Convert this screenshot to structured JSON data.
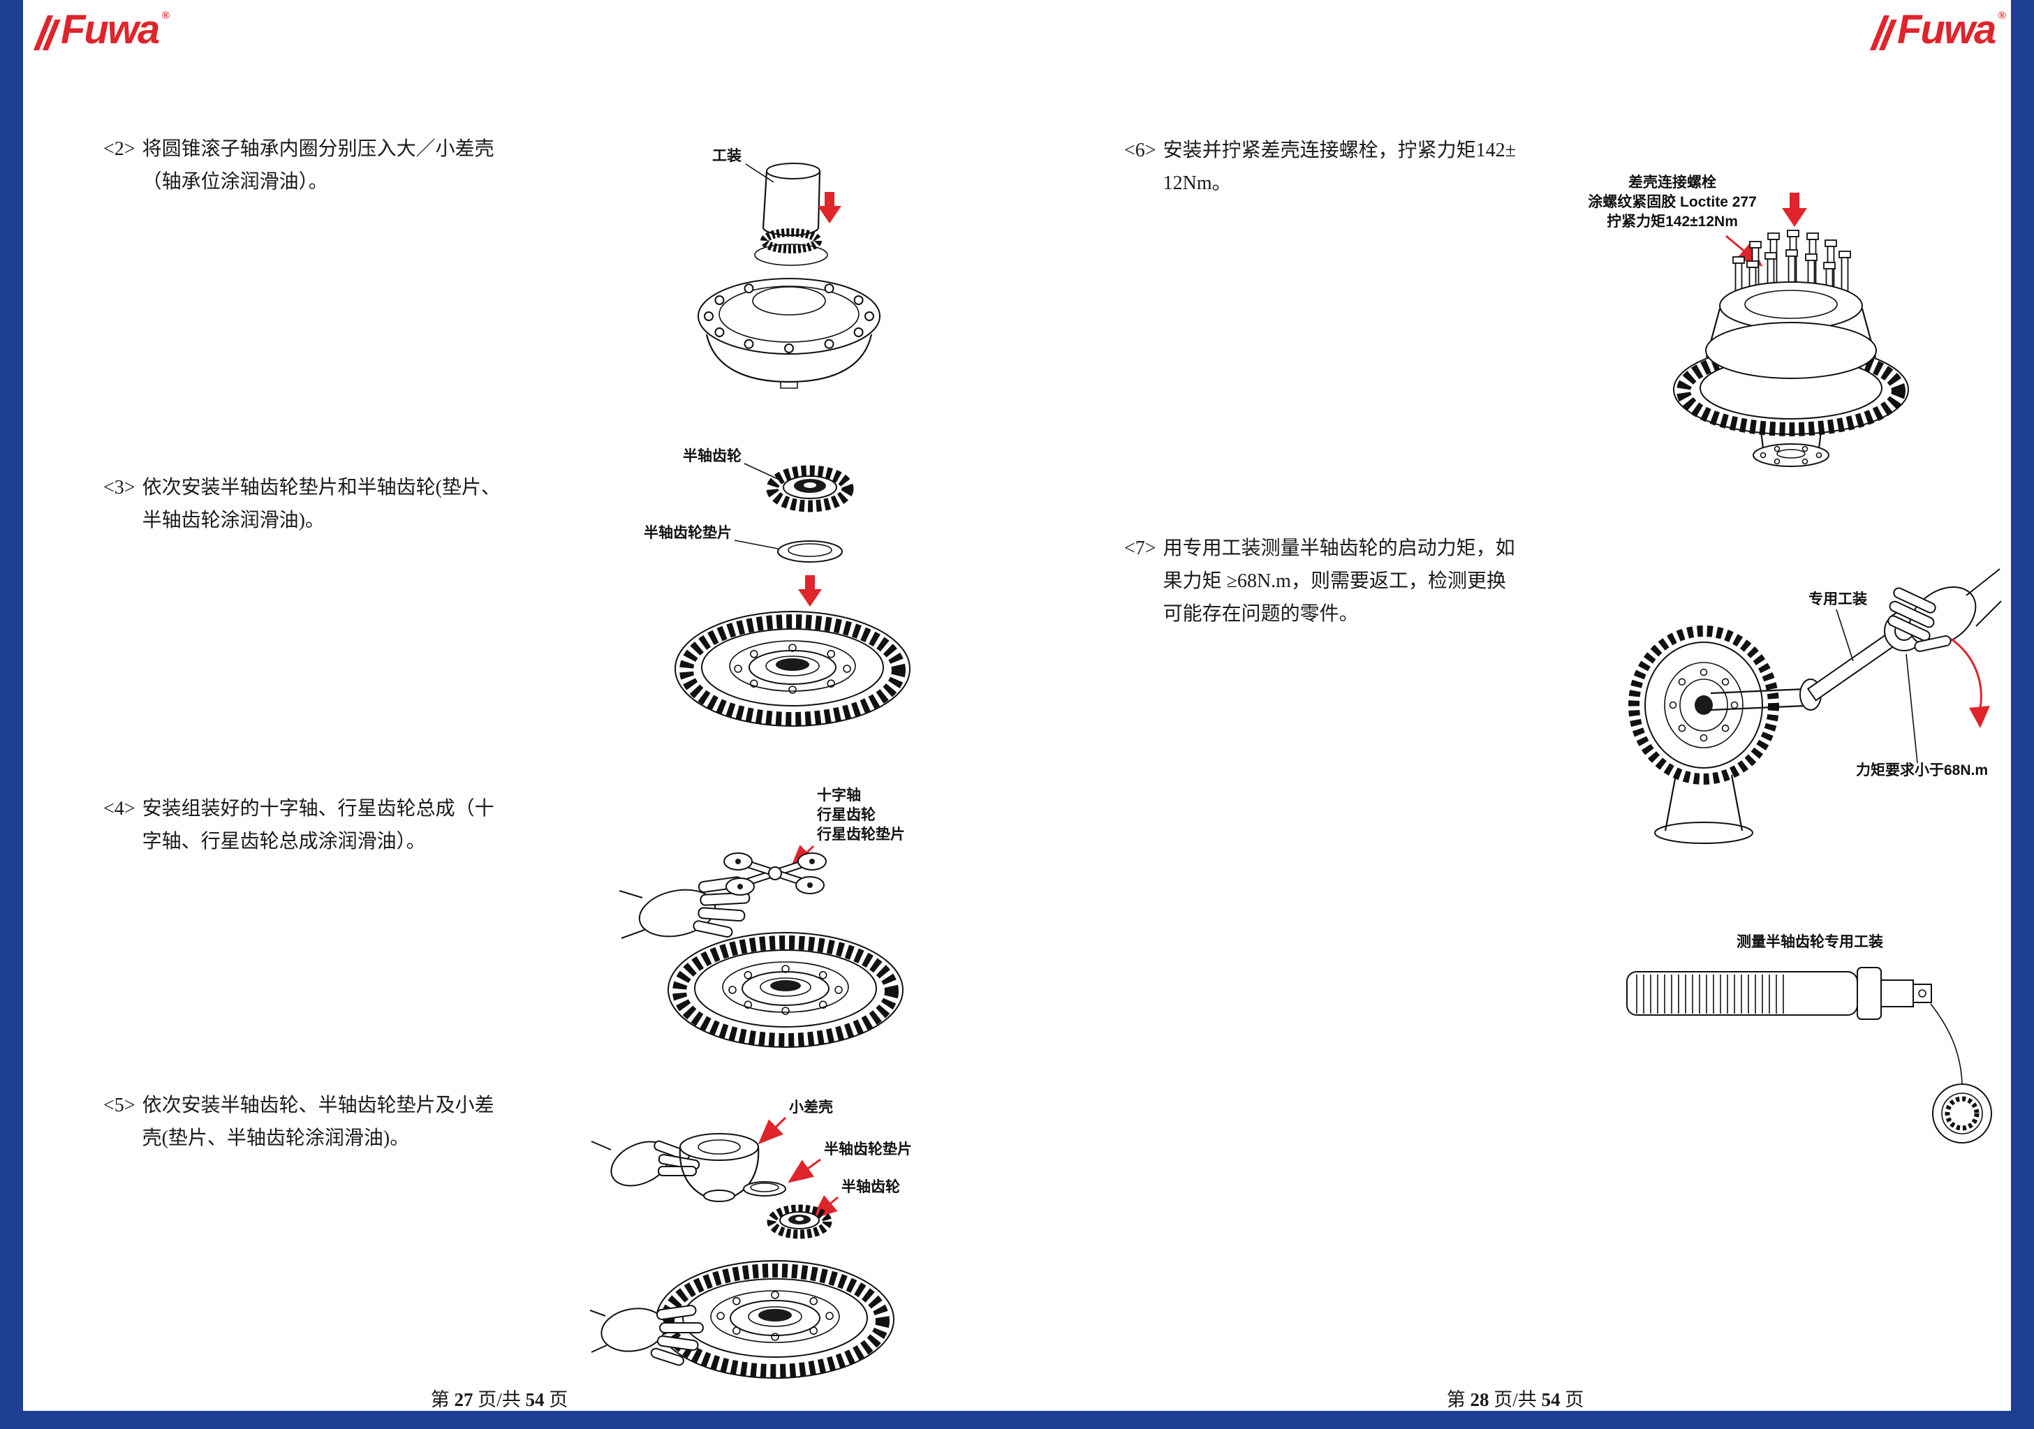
{
  "brand": {
    "name": "Fuwa",
    "reg": "®"
  },
  "colors": {
    "blue": "#1e3e92",
    "red": "#e0242b"
  },
  "left_page": {
    "steps": [
      {
        "marker": "<2>",
        "lines": [
          "将圆锥滚子轴承内圈分别压入大／小差壳",
          "（轴承位涂润滑油）。"
        ]
      },
      {
        "marker": "<3>",
        "lines": [
          "依次安装半轴齿轮垫片和半轴齿轮(垫片、",
          "半轴齿轮涂润滑油)。"
        ]
      },
      {
        "marker": "<4>",
        "lines": [
          "安装组装好的十字轴、行星齿轮总成（十",
          "字轴、行星齿轮总成涂润滑油）。"
        ]
      },
      {
        "marker": "<5>",
        "lines": [
          "依次安装半轴齿轮、半轴齿轮垫片及小差",
          "壳(垫片、半轴齿轮涂润滑油)。"
        ]
      }
    ],
    "fig2": {
      "tool_label": "工装"
    },
    "fig3": {
      "gear_label": "半轴齿轮",
      "washer_label": "半轴齿轮垫片"
    },
    "fig4": {
      "labels": [
        "十字轴",
        "行星齿轮",
        "行星齿轮垫片"
      ]
    },
    "fig5": {
      "case_label": "小差壳",
      "washer_label": "半轴齿轮垫片",
      "gear_label": "半轴齿轮"
    },
    "footer": {
      "pre": "第",
      "page": "27",
      "mid": "页/共",
      "total": "54",
      "post": "页"
    }
  },
  "right_page": {
    "steps": [
      {
        "marker": "<6>",
        "lines": [
          "安装并拧紧差壳连接螺栓，拧紧力矩142±",
          "12Nm。"
        ]
      },
      {
        "marker": "<7>",
        "lines": [
          "用专用工装测量半轴齿轮的启动力矩，如",
          "果力矩 ≥68N.m，则需要返工，检测更换",
          "可能存在问题的零件。"
        ]
      }
    ],
    "fig6": {
      "labels": [
        "差壳连接螺栓",
        "涂螺纹紧固胶 Loctite 277",
        "拧紧力矩142±12Nm"
      ]
    },
    "fig7": {
      "tool_label": "专用工装",
      "torque_label": "力矩要求小于68N.m"
    },
    "fig8": {
      "title": "测量半轴齿轮专用工装"
    },
    "footer": {
      "pre": "第",
      "page": "28",
      "mid": "页/共",
      "total": "54",
      "post": "页"
    }
  }
}
